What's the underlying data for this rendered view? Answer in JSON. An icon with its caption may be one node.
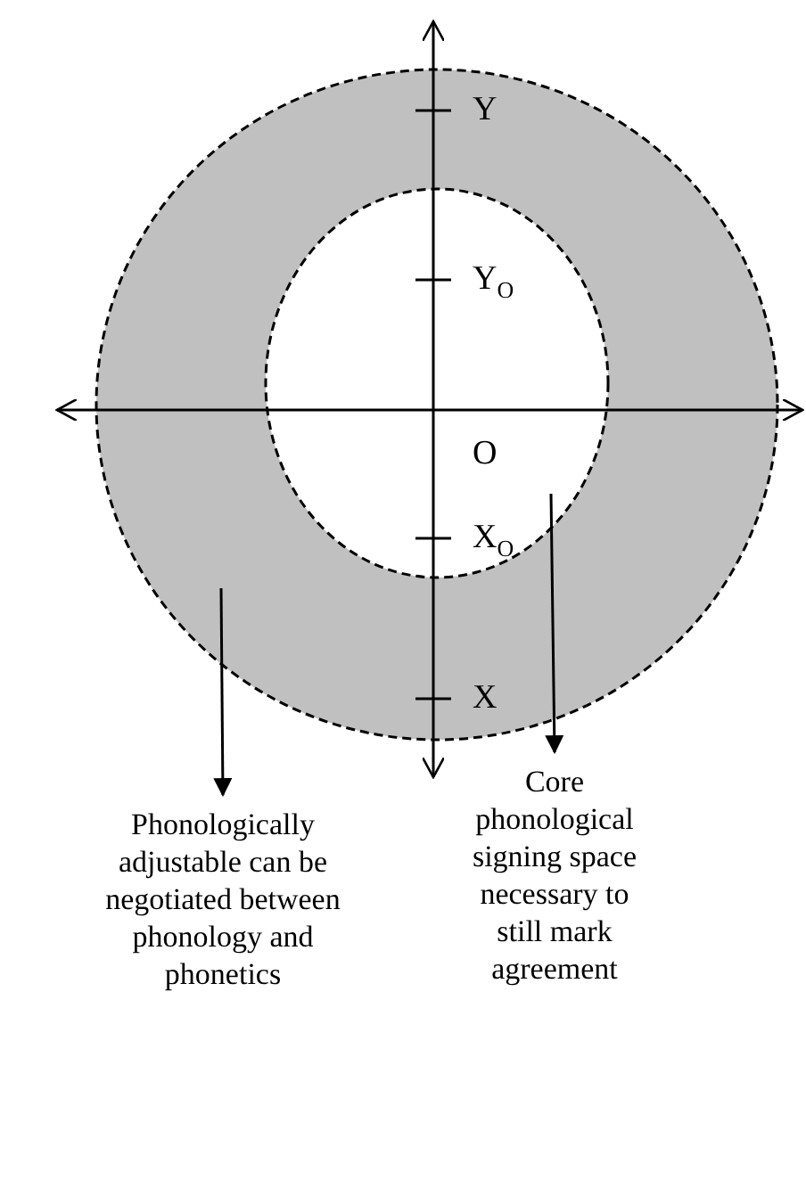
{
  "diagram": {
    "nodes": [
      {
        "text": [],
        "shape": "circle"
      },
      {
        "text": [],
        "shape": "circle",
        "in": 0
      },
      {
        "text": [
          "Phonologically adjustable can be negotiated between phonology and phonetics"
        ]
      },
      {
        "text": [
          "Core phonological signing space necessary to still mark agreement"
        ]
      }
    ],
    "edges": [
      {
        "from": 0,
        "to": 2,
        "arrow": "to"
      },
      {
        "from": 1,
        "to": 3,
        "arrow": "to"
      }
    ],
    "labels": [
      "Y",
      "Y$_{O}$",
      "O",
      "X$_{O}$",
      "X"
    ]
  }
}
